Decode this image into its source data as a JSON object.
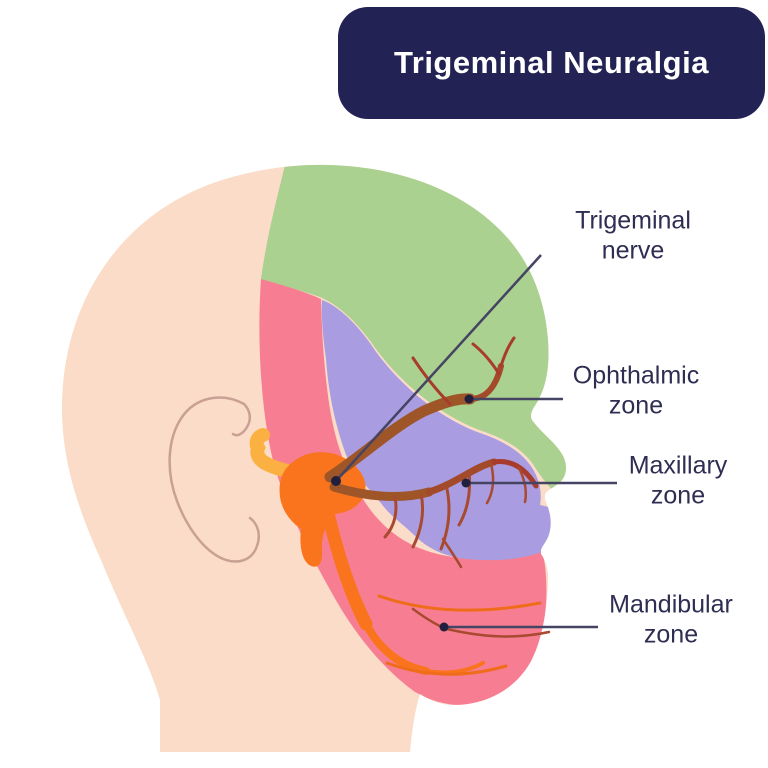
{
  "title": "Trigeminal Neuralgia",
  "labels": {
    "trigeminal_nerve": {
      "line1": "Trigeminal",
      "line2": "nerve"
    },
    "ophthalmic_zone": {
      "line1": "Ophthalmic",
      "line2": "zone"
    },
    "maxillary_zone": {
      "line1": "Maxillary",
      "line2": "zone"
    },
    "mandibular_zone": {
      "line1": "Mandibular",
      "line2": "zone"
    }
  },
  "zones": [
    {
      "name": "Ophthalmic zone",
      "color": "#aad18f"
    },
    {
      "name": "Maxillary zone",
      "color": "#a99ce0"
    },
    {
      "name": "Mandibular zone",
      "color": "#f77e92"
    }
  ],
  "colors": {
    "title-bg": "#232254",
    "title-fg": "#ffffff",
    "label": "#2e2d52",
    "leader": "#454463",
    "dot": "#201f3d",
    "skin": "#fbdcc8",
    "zone-ophthalmic": "#aad18f",
    "zone-maxillary": "#a99ce0",
    "zone-mandibular": "#f77e92",
    "nerve-orange": "#f9741c",
    "nerve-yellow": "#fbb042",
    "nerve-thin-orange": "#ef6c1a",
    "nerve-red": "#a84a30"
  }
}
